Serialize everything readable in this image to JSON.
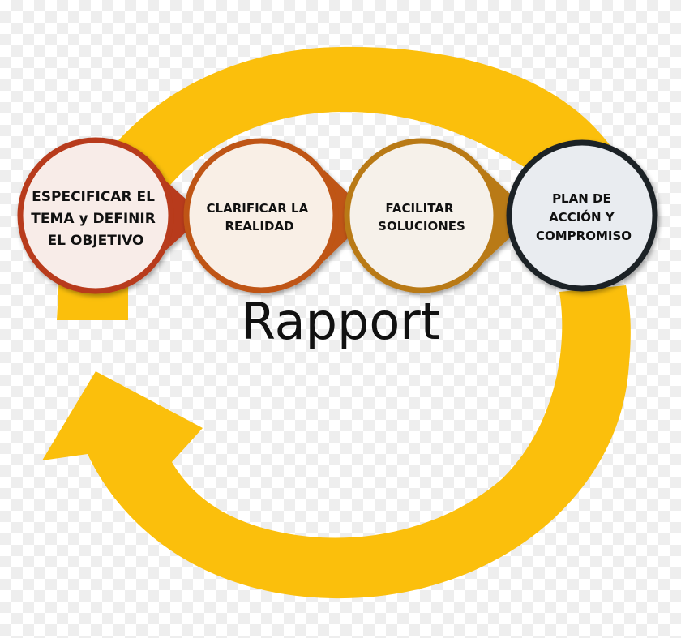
{
  "center_label": "Rapport",
  "colors": {
    "ring": "#fbbf0c",
    "step1_border": "#b83a1a",
    "step1_fill": "#f8ece8",
    "step2_border": "#bf5512",
    "step2_fill": "#f9efe6",
    "step3_border": "#b97a16",
    "step3_fill": "#f6f1ea",
    "step4_border": "#1f2328",
    "step4_fill": "#e9ecf0"
  },
  "steps": [
    {
      "lines": [
        "ESPECIFICAR EL",
        "TEMA y DEFINIR",
        "EL OBJETIVO"
      ]
    },
    {
      "lines": [
        "CLARIFICAR  LA",
        "REALIDAD"
      ]
    },
    {
      "lines": [
        "FACILITAR",
        "SOLUCIONES"
      ]
    },
    {
      "lines": [
        "PLAN DE",
        "ACCIÓN Y",
        "COMPROMISO"
      ]
    }
  ]
}
